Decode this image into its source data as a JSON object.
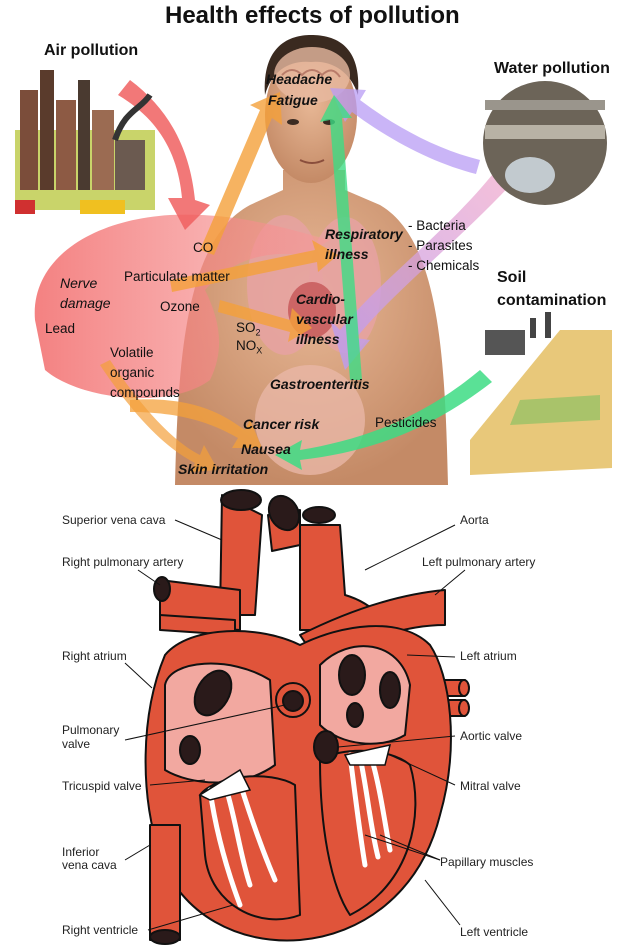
{
  "pollution": {
    "title": "Health effects of pollution",
    "sources": {
      "air": "Air pollution",
      "water": "Water pollution",
      "soil_line1": "Soil",
      "soil_line2": "contamination"
    },
    "air_pollutants": {
      "co": "CO",
      "particulate": "Particulate matter",
      "ozone": "Ozone",
      "lead": "Lead",
      "so2_main": "SO",
      "so2_sub": "2",
      "nox_main": "NO",
      "nox_sub": "X",
      "voc_line1": "Volatile",
      "voc_line2": "organic",
      "voc_line3": "compounds"
    },
    "water_pollutants": [
      "- Bacteria",
      "- Parasites",
      "- Chemicals"
    ],
    "soil_pollutant": "Pesticides",
    "effects": {
      "headache": "Headache",
      "fatigue": "Fatigue",
      "respiratory_line1": "Respiratory",
      "respiratory_line2": "illness",
      "nerve_line1": "Nerve",
      "nerve_line2": "damage",
      "cardio_line1": "Cardio-",
      "cardio_line2": "vascular",
      "cardio_line3": "illness",
      "gastro": "Gastroenteritis",
      "cancer": "Cancer risk",
      "nausea": "Nausea",
      "skin": "Skin irritation"
    },
    "colors": {
      "air_arrow": "#f06060",
      "orange_arrow": "#f4a03a",
      "purple_arrow": "#b49cf0",
      "green_arrow": "#3ddc84",
      "skin": "#d9a37f"
    }
  },
  "heart": {
    "labels": {
      "superior_vena_cava": "Superior vena cava",
      "aorta": "Aorta",
      "right_pulmonary_artery": "Right pulmonary artery",
      "left_pulmonary_artery": "Left pulmonary artery",
      "right_atrium": "Right atrium",
      "left_atrium": "Left atrium",
      "pulmonary_valve_line1": "Pulmonary",
      "pulmonary_valve_line2": "valve",
      "aortic_valve": "Aortic valve",
      "tricuspid_valve": "Tricuspid valve",
      "mitral_valve": "Mitral valve",
      "inferior_vena_cava_line1": "Inferior",
      "inferior_vena_cava_line2": "vena cava",
      "papillary_muscles": "Papillary muscles",
      "right_ventricle": "Right ventricle",
      "left_ventricle": "Left ventricle"
    },
    "colors": {
      "muscle": "#e0543a",
      "inner": "#f2a8a0",
      "outline": "#111111",
      "tendon": "#ffffff"
    }
  }
}
